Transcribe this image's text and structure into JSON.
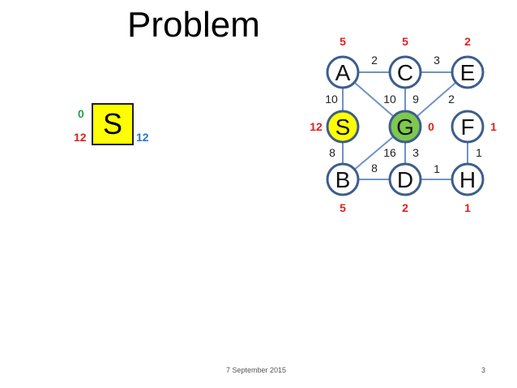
{
  "slide": {
    "title": "Problem",
    "date": "7 September 2015",
    "page_number": "3"
  },
  "start_box": {
    "label": "S",
    "value_top_left": "0",
    "value_left": "12",
    "value_right": "12",
    "fill": "#ffff00"
  },
  "colors": {
    "node_stroke": "#3c5e8c",
    "node_fill": "#ffffff",
    "edge": "#6f93c4",
    "start_fill": "#ffff00",
    "goal_fill": "#7ec850",
    "heuristic": "#e02020",
    "green_text": "#21a24a",
    "blue_text": "#2a78c8"
  },
  "graph": {
    "nodes": [
      {
        "id": "A",
        "heuristic": "5",
        "type": "normal"
      },
      {
        "id": "C",
        "heuristic": "5",
        "type": "normal"
      },
      {
        "id": "E",
        "heuristic": "2",
        "type": "normal"
      },
      {
        "id": "S",
        "heuristic": "12",
        "type": "start"
      },
      {
        "id": "G",
        "heuristic": "0",
        "type": "goal"
      },
      {
        "id": "F",
        "heuristic": "1",
        "type": "normal"
      },
      {
        "id": "B",
        "heuristic": "5",
        "type": "normal"
      },
      {
        "id": "D",
        "heuristic": "2",
        "type": "normal"
      },
      {
        "id": "H",
        "heuristic": "1",
        "type": "normal"
      }
    ],
    "edges": [
      {
        "from": "A",
        "to": "C",
        "weight": "2"
      },
      {
        "from": "C",
        "to": "E",
        "weight": "3"
      },
      {
        "from": "A",
        "to": "S",
        "weight": "10"
      },
      {
        "from": "A",
        "to": "G",
        "weight": "10"
      },
      {
        "from": "C",
        "to": "G",
        "weight": "9"
      },
      {
        "from": "E",
        "to": "G",
        "weight": "2"
      },
      {
        "from": "S",
        "to": "B",
        "weight": "8"
      },
      {
        "from": "B",
        "to": "G",
        "weight": "16"
      },
      {
        "from": "G",
        "to": "D",
        "weight": "3"
      },
      {
        "from": "B",
        "to": "D",
        "weight": "8"
      },
      {
        "from": "D",
        "to": "H",
        "weight": "1"
      },
      {
        "from": "F",
        "to": "H",
        "weight": "1"
      }
    ]
  }
}
